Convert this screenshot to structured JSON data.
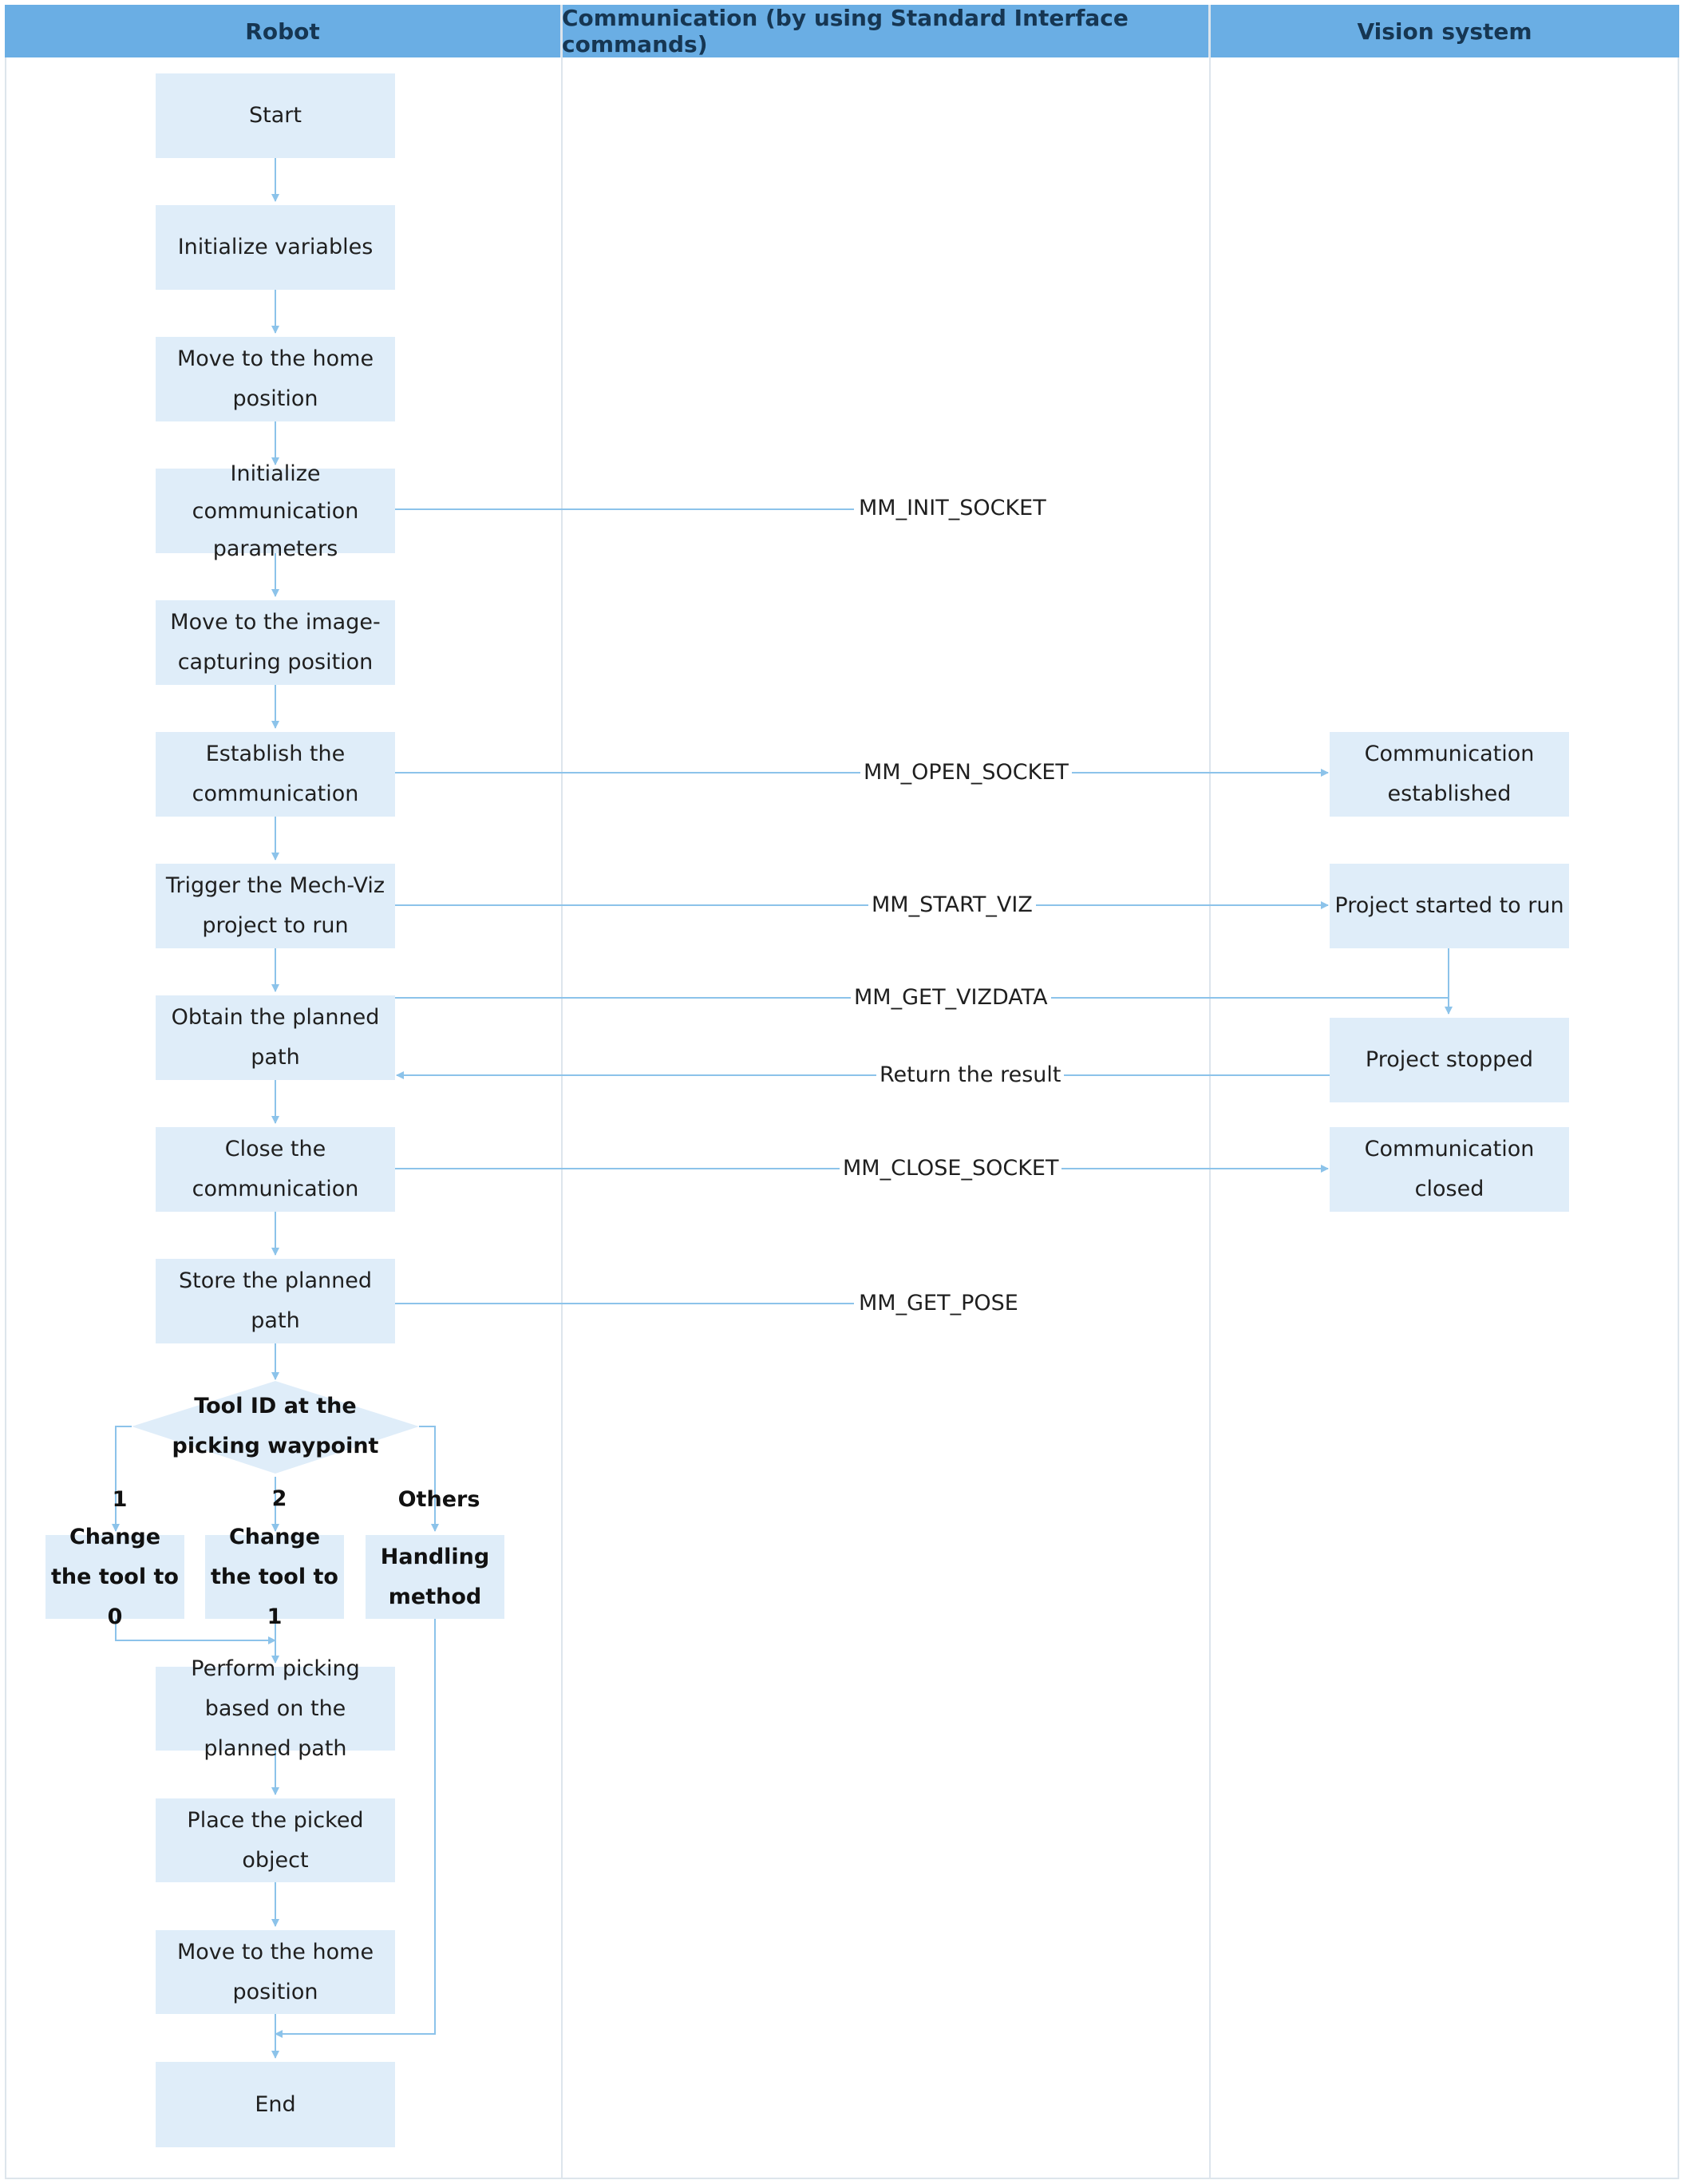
{
  "lanes": {
    "robot": "Robot",
    "communication": "Communication (by using Standard Interface commands)",
    "vision": "Vision system"
  },
  "robot_steps": {
    "start": "Start",
    "init_vars": "Initialize variables",
    "move_home_1": "Move to the home position",
    "init_comm": "Initialize communication parameters",
    "move_capture": "Move to the image-capturing position",
    "establish": "Establish the communication",
    "trigger": "Trigger the Mech-Viz project to run",
    "obtain": "Obtain the planned path",
    "close": "Close the communication",
    "store": "Store the planned path",
    "decision": "Tool ID at the picking waypoint",
    "branch_1": "1",
    "branch_2": "2",
    "branch_others": "Others",
    "change_tool_0": "Change the tool to 0",
    "change_tool_1": "Change the tool to 1",
    "handling": "Handling method",
    "perform": "Perform picking based on the planned path",
    "place": "Place the picked object",
    "move_home_2": "Move to the home position",
    "end": "End"
  },
  "commands": {
    "init_socket": "MM_INIT_SOCKET",
    "open_socket": "MM_OPEN_SOCKET",
    "start_viz": "MM_START_VIZ",
    "get_vizdata": "MM_GET_VIZDATA",
    "return_result": "Return the result",
    "close_socket": "MM_CLOSE_SOCKET",
    "get_pose": "MM_GET_POSE"
  },
  "vision_steps": {
    "established": "Communication established",
    "started": "Project started to run",
    "stopped": "Project stopped",
    "closed": "Communication closed"
  },
  "colors": {
    "header": "#6aaee4",
    "box": "#dfedf9",
    "connector": "#8cc3ea"
  }
}
